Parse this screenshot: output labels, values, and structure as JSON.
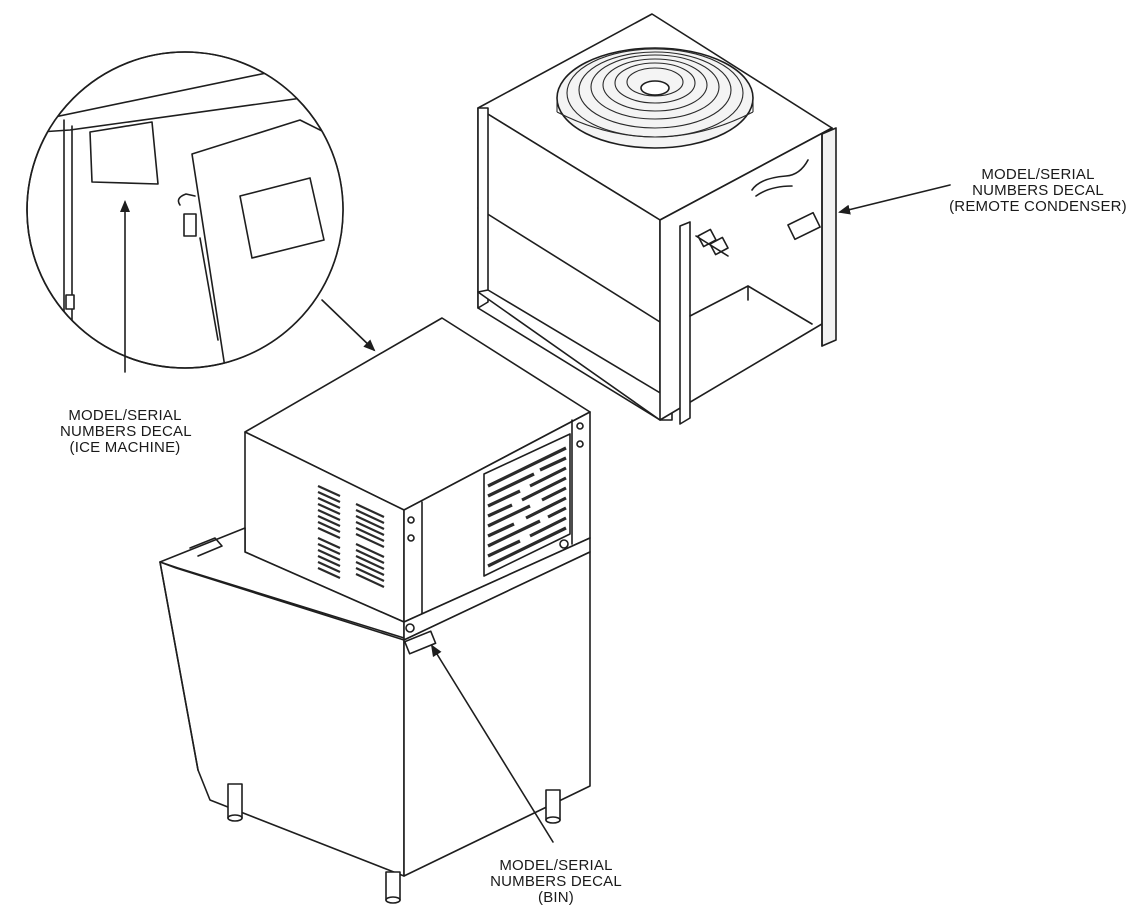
{
  "labels": {
    "ice_machine": {
      "line1": "MODEL/SERIAL",
      "line2": "NUMBERS DECAL",
      "line3": "(ICE MACHINE)"
    },
    "remote_condenser": {
      "line1": "MODEL/SERIAL",
      "line2": "NUMBERS DECAL",
      "line3": "(REMOTE CONDENSER)"
    },
    "bin": {
      "line1": "MODEL/SERIAL",
      "line2": "NUMBERS DECAL",
      "line3": "(BIN)"
    }
  },
  "colors": {
    "line": "#1e1e1e",
    "background": "#ffffff",
    "panel_shade": "#f2f2f2",
    "vent": "#2a2a2a"
  }
}
